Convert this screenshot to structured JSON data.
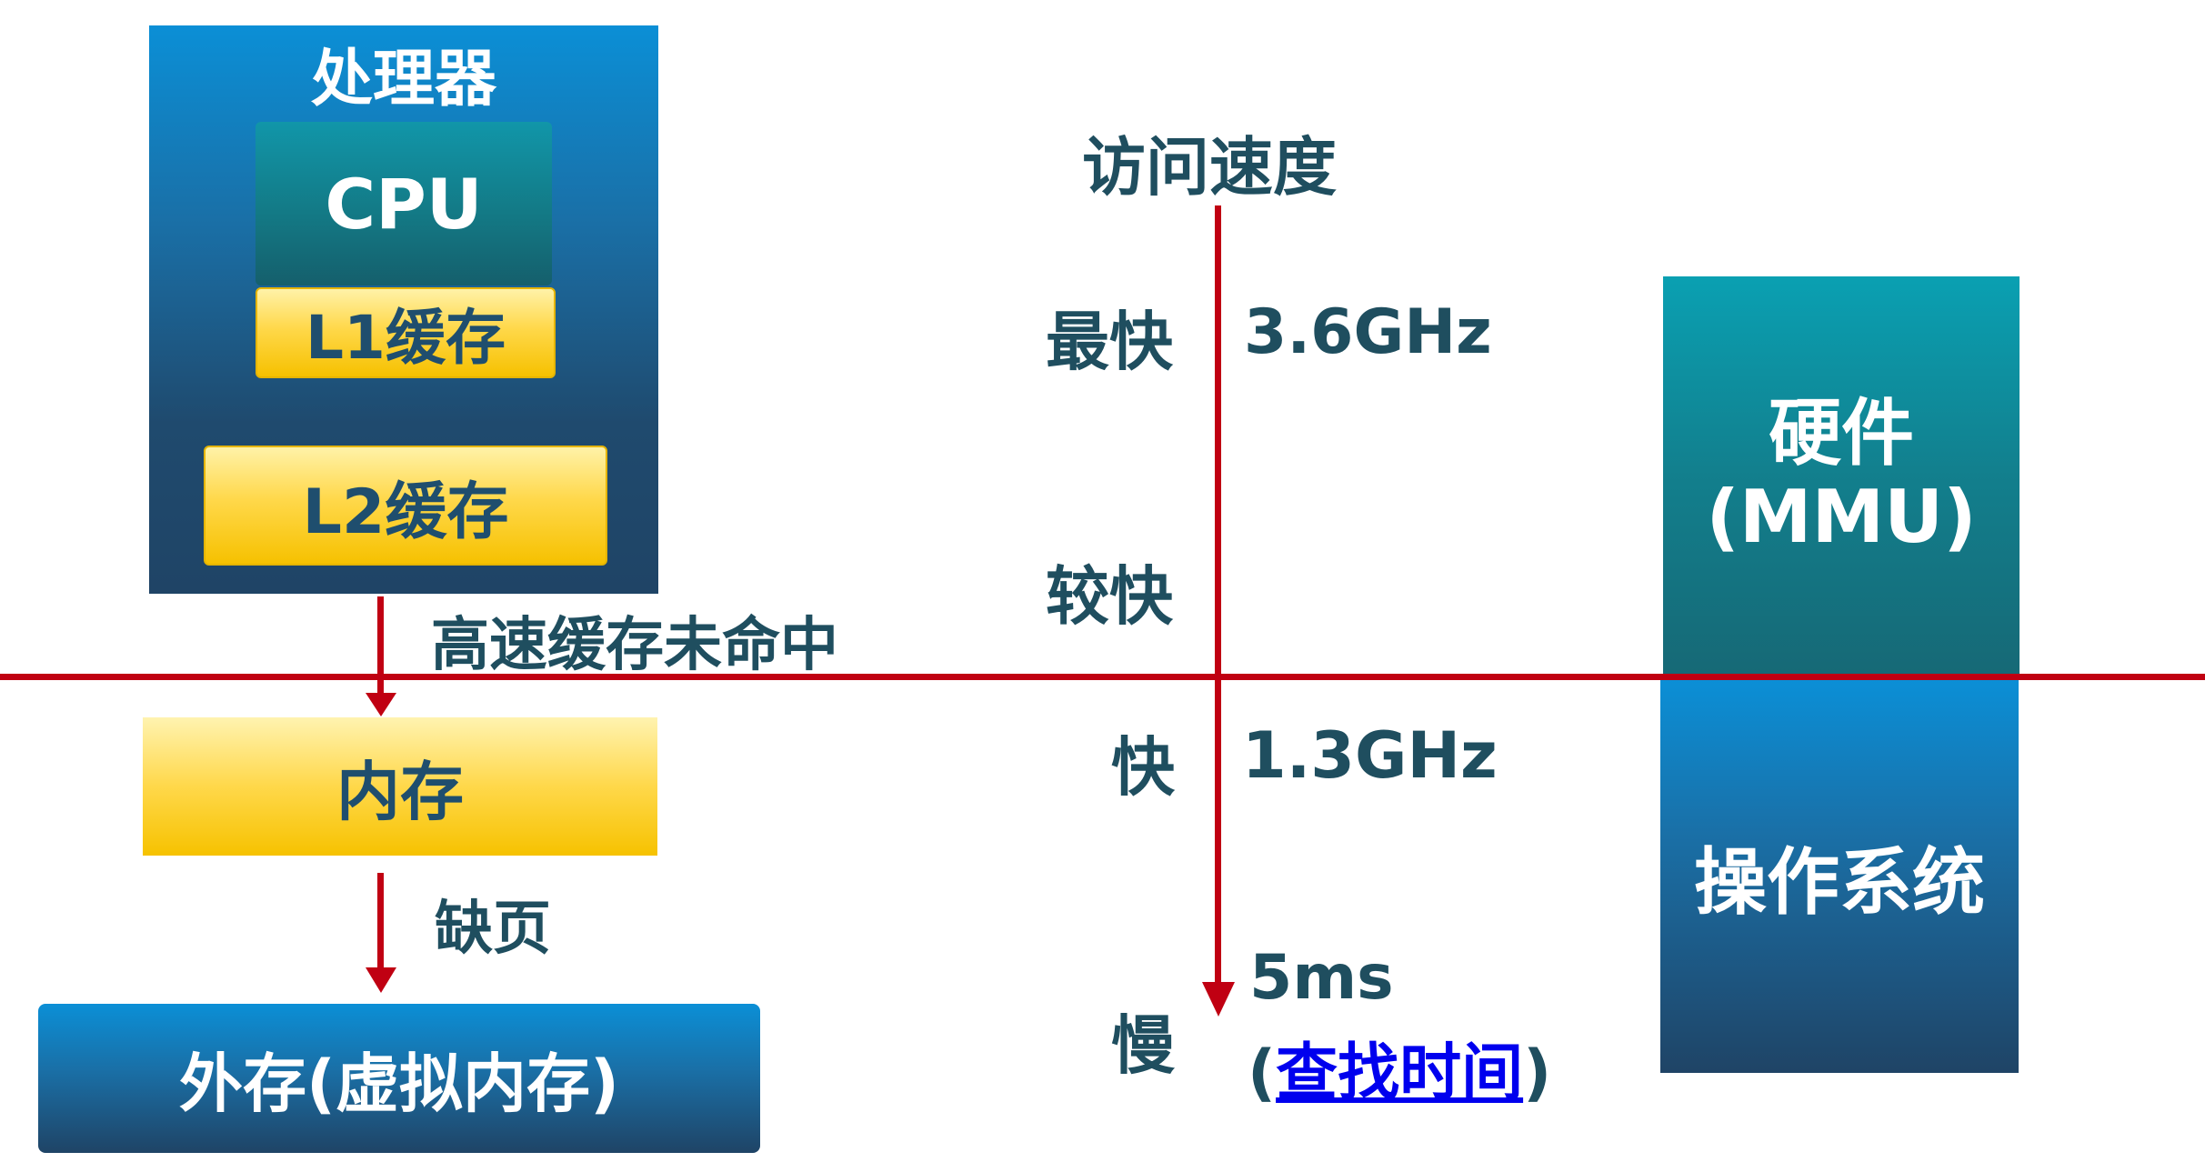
{
  "processor": {
    "title": "处理器",
    "cpu": "CPU",
    "l1": "L1缓存",
    "l2": "L2缓存"
  },
  "arrows": {
    "cache_miss": "高速缓存未命中",
    "page_fault": "缺页"
  },
  "memory": "内存",
  "external": "外存(虚拟内存)",
  "speed": {
    "title": "访问速度",
    "fastest": "最快",
    "faster": "较快",
    "fast": "快",
    "slow": "慢",
    "freq1": "3.6GHz",
    "freq2": "1.3GHz",
    "latency": "5ms",
    "lookup_open": "(",
    "lookup_link": "查找时间",
    "lookup_close": ")"
  },
  "right": {
    "hardware_line1": "硬件",
    "hardware_line2": "(MMU)",
    "os": "操作系统"
  },
  "colors": {
    "accent_red": "#c00012",
    "teal": "#137a86",
    "navy": "#1f4466",
    "yellow": "#f6c100"
  }
}
